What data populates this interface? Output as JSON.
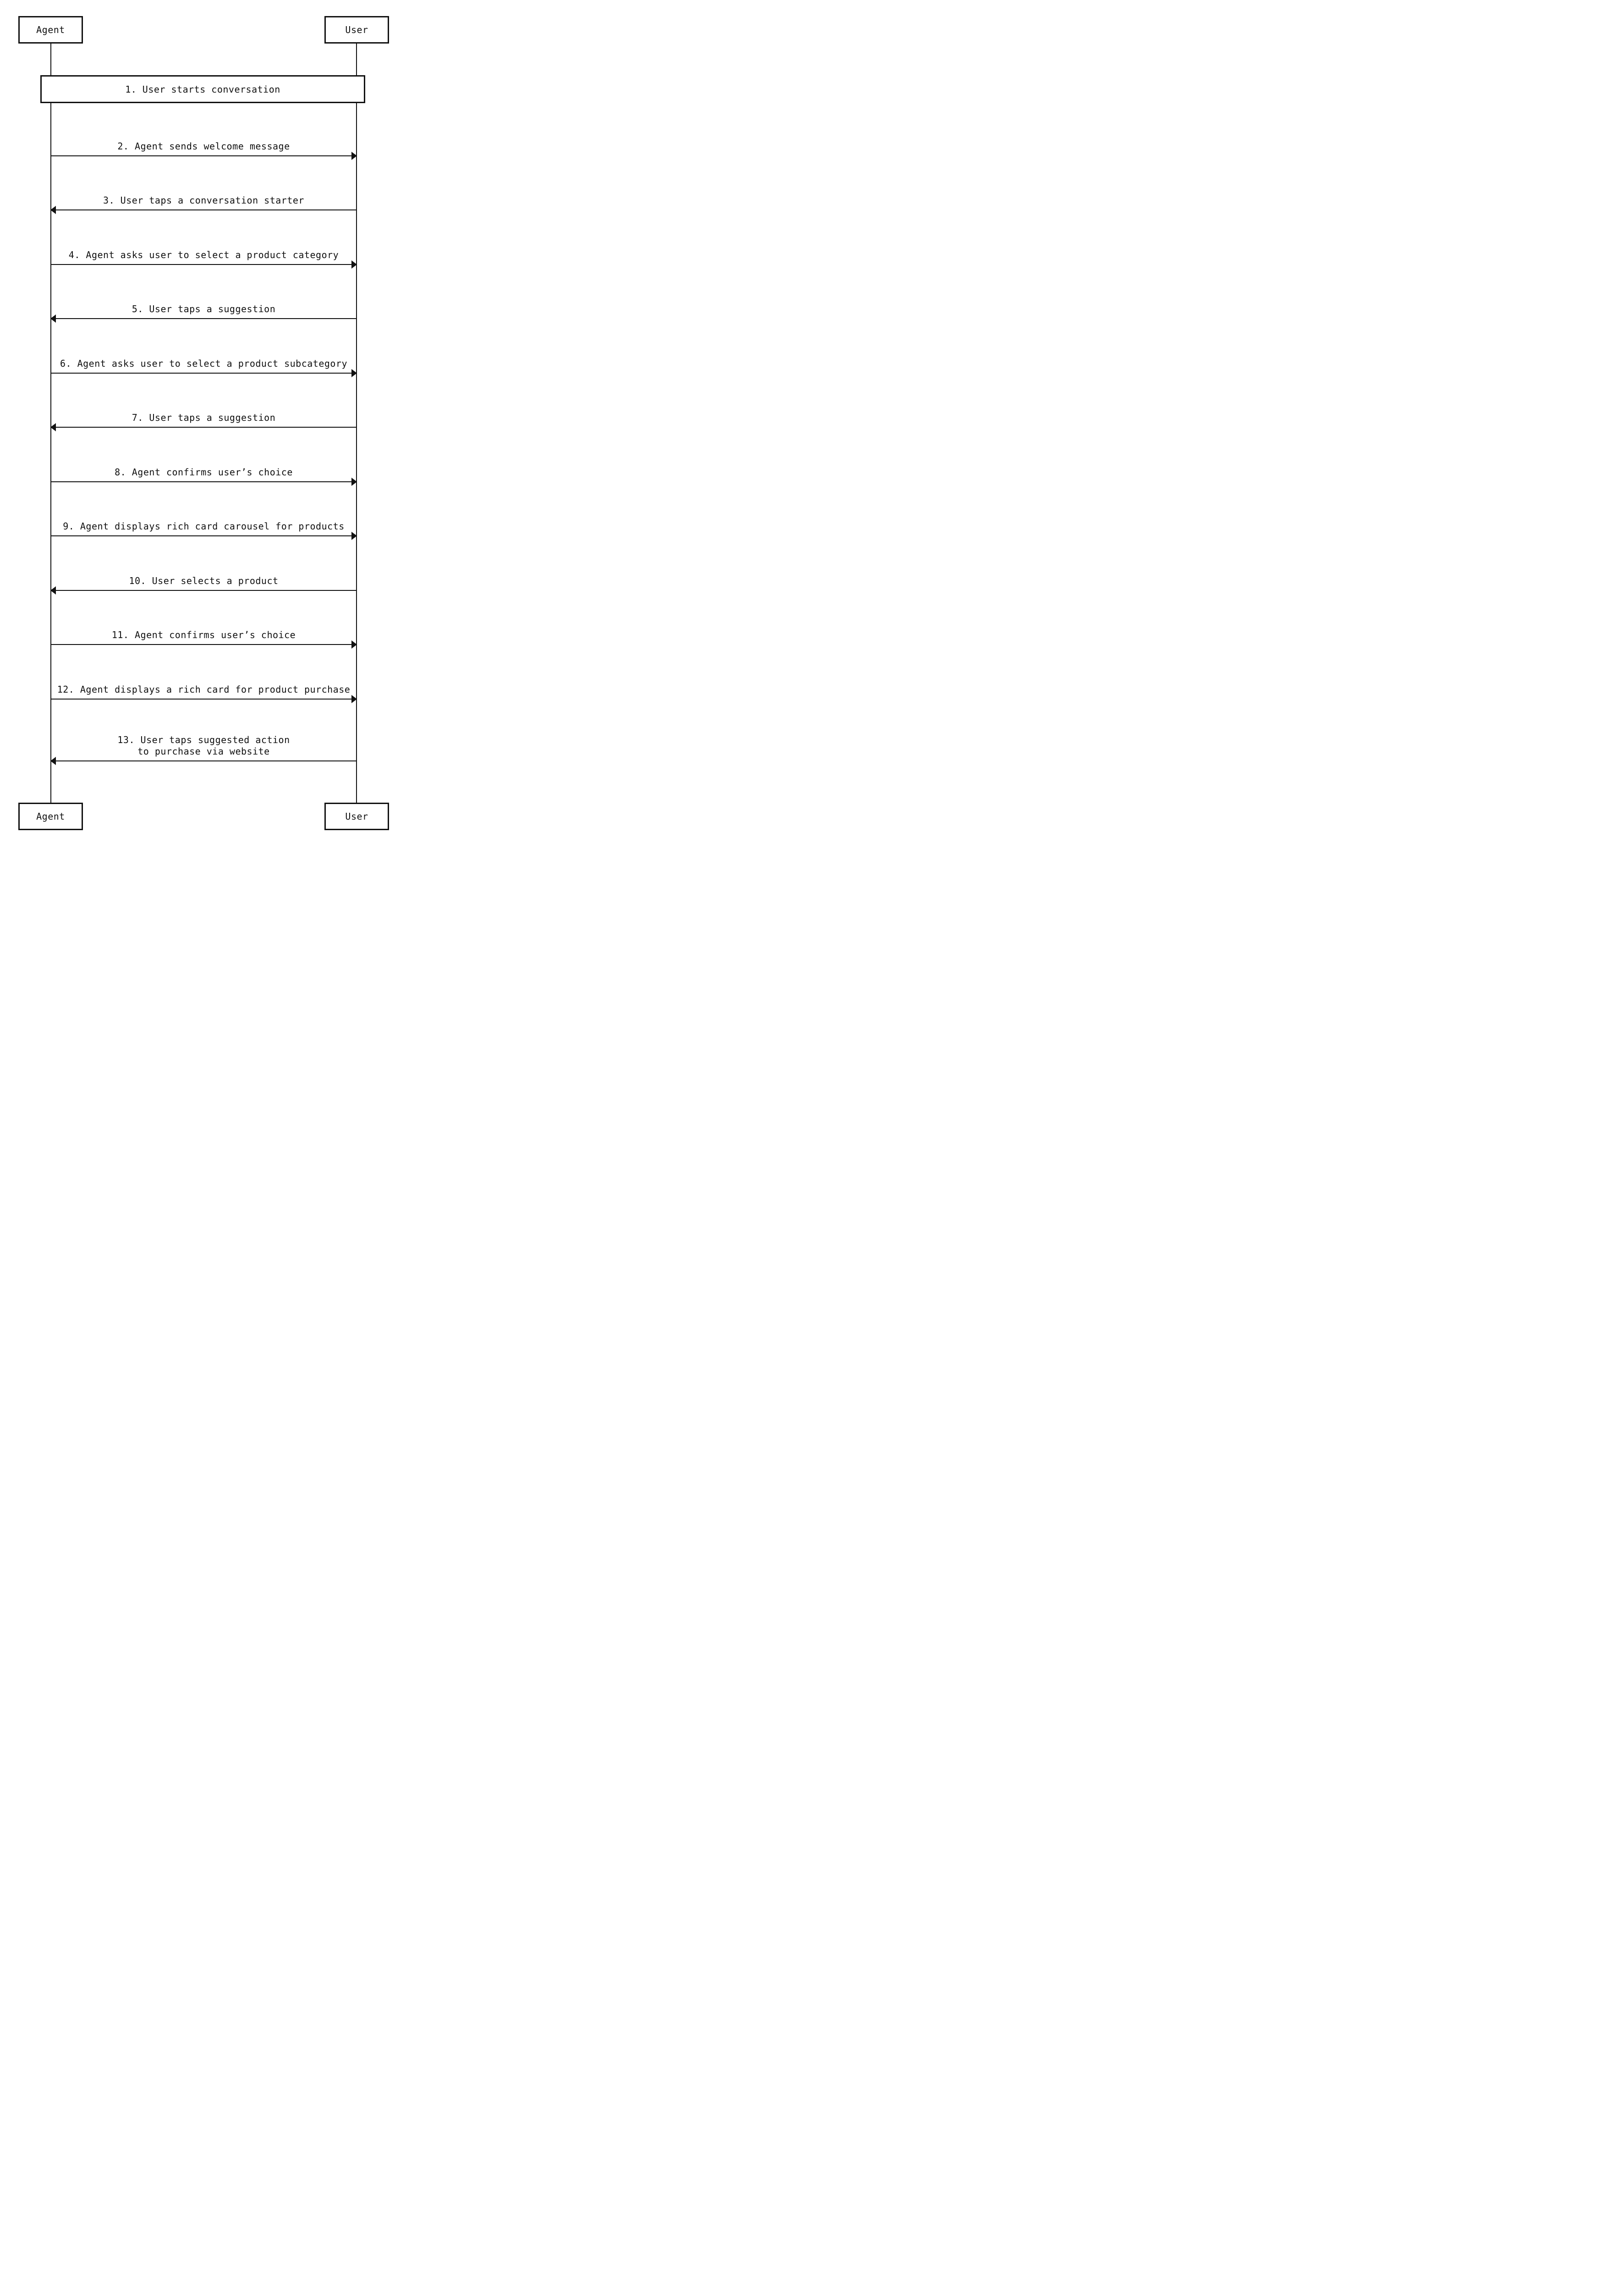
{
  "page": {
    "background": "#ffffff",
    "ink": "#111111"
  },
  "actors": [
    {
      "id": "agent",
      "label": "Agent"
    },
    {
      "id": "user",
      "label": "User"
    }
  ],
  "banner": {
    "label": "1. User starts conversation"
  },
  "messages": [
    {
      "label": "2. Agent sends welcome message",
      "from": "Agent",
      "to": "User",
      "dir": "to-user"
    },
    {
      "label": "3. User taps a conversation starter",
      "from": "User",
      "to": "Agent",
      "dir": "to-agent"
    },
    {
      "label": "4. Agent asks user to select a product category",
      "from": "Agent",
      "to": "User",
      "dir": "to-user"
    },
    {
      "label": "5. User taps a suggestion",
      "from": "User",
      "to": "Agent",
      "dir": "to-agent"
    },
    {
      "label": "6. Agent asks user to select a product subcategory",
      "from": "Agent",
      "to": "User",
      "dir": "to-user"
    },
    {
      "label": "7. User taps a suggestion",
      "from": "User",
      "to": "Agent",
      "dir": "to-agent"
    },
    {
      "label": "8. Agent confirms user’s choice",
      "from": "Agent",
      "to": "User",
      "dir": "to-user"
    },
    {
      "label": "9. Agent displays rich card carousel for products",
      "from": "Agent",
      "to": "User",
      "dir": "to-user"
    },
    {
      "label": "10. User selects a product",
      "from": "User",
      "to": "Agent",
      "dir": "to-agent"
    },
    {
      "label": "11. Agent confirms user’s choice",
      "from": "Agent",
      "to": "User",
      "dir": "to-user"
    },
    {
      "label": "12. Agent displays a rich card for product purchase",
      "from": "Agent",
      "to": "User",
      "dir": "to-user"
    },
    {
      "label": "13. User taps suggested action\nto purchase via website",
      "from": "User",
      "to": "Agent",
      "dir": "to-agent"
    }
  ]
}
